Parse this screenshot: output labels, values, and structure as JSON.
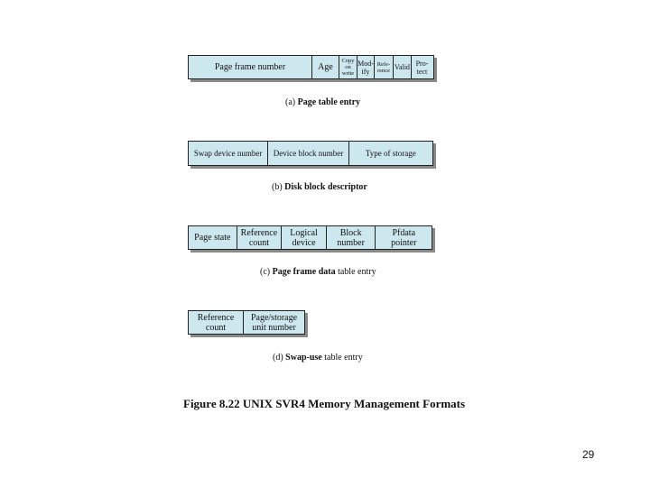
{
  "page_table_entry": {
    "fields": [
      "Page frame number",
      "Age",
      "Copy\non\nwrite",
      "Mod-\nify",
      "Refe-\nrence",
      "Valid",
      "Pro-\ntect"
    ],
    "caption_prefix": "(a) ",
    "caption_bold": "Page table entry"
  },
  "disk_block_descriptor": {
    "fields": [
      "Swap device number",
      "Device block number",
      "Type of storage"
    ],
    "caption_prefix": "(b) ",
    "caption_bold": "Disk block descriptor"
  },
  "page_frame_data": {
    "fields": [
      "Page state",
      "Reference\ncount",
      "Logical\ndevice",
      "Block\nnumber",
      "Pfdata\npointer"
    ],
    "caption_prefix": "(c) ",
    "caption_bold": "Page frame data",
    "caption_suffix": " table entry"
  },
  "swap_use": {
    "fields": [
      "Reference\ncount",
      "Page/storage\nunit number"
    ],
    "caption_prefix": "(d) ",
    "caption_bold": "Swap-use",
    "caption_suffix": " table entry"
  },
  "figure_title": "Figure 8.22  UNIX SVR4 Memory Management Formats",
  "page_number": "29"
}
